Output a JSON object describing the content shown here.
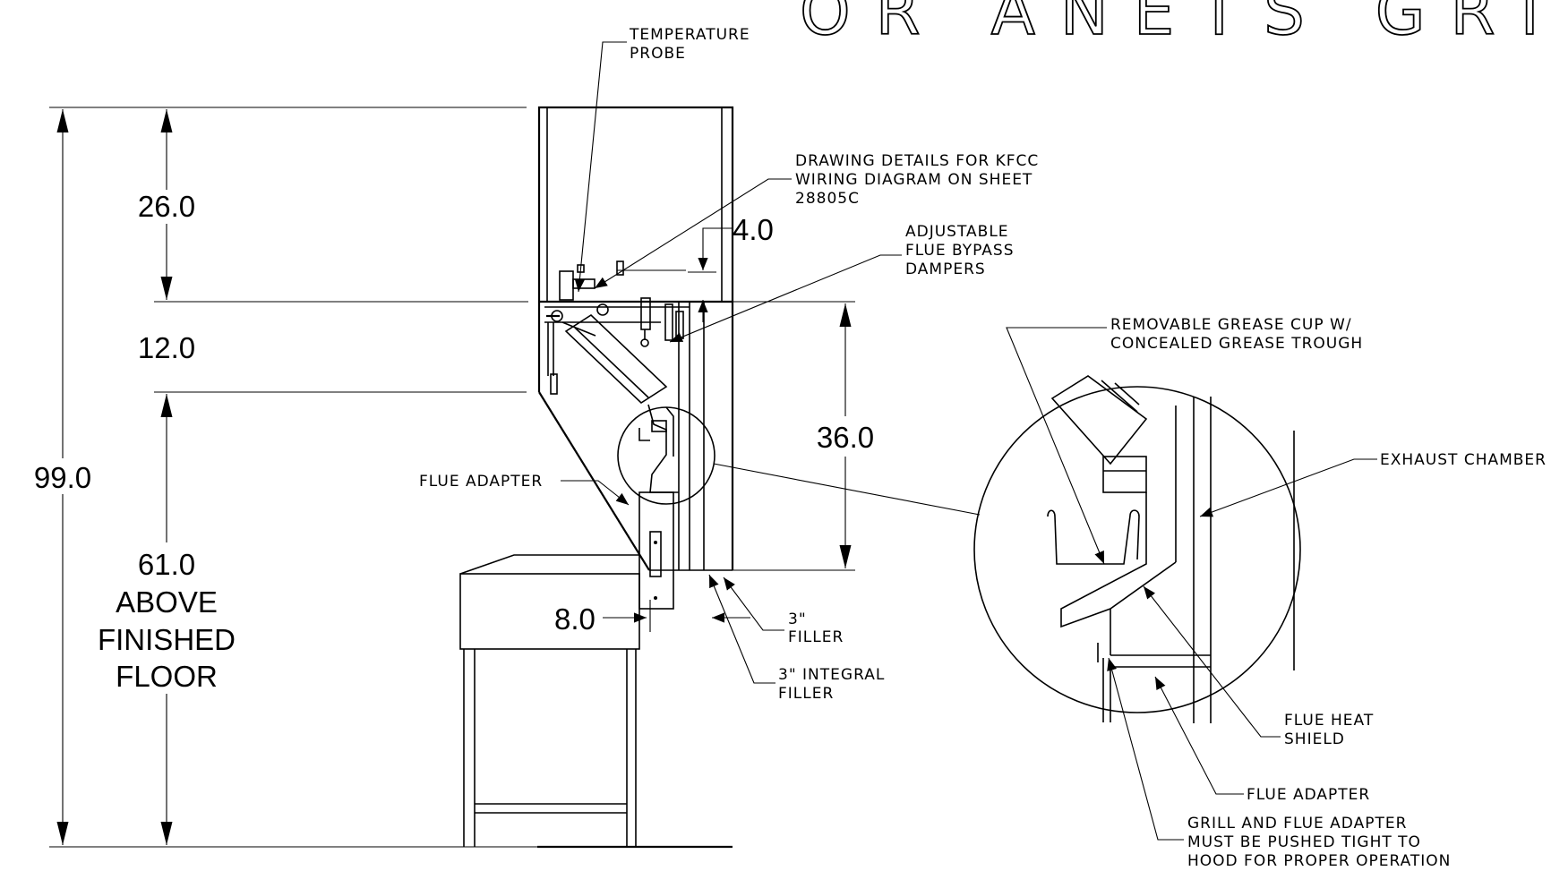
{
  "title_fragment": "OR ANETS GRILL",
  "dimensions": {
    "d26": "26.0",
    "d12": "12.0",
    "d99": "99.0",
    "d61": "61.0",
    "d61_line2": "ABOVE",
    "d61_line3": "FINISHED",
    "d61_line4": "FLOOR",
    "d4": "4.0",
    "d36": "36.0",
    "d8": "8.0"
  },
  "callouts": {
    "temperature_probe": [
      "TEMPERATURE",
      "PROBE"
    ],
    "drawing_details": [
      "DRAWING DETAILS FOR KFCC",
      "WIRING DIAGRAM ON SHEET",
      "28805C"
    ],
    "bypass_dampers": [
      "ADJUSTABLE",
      "FLUE BYPASS",
      "DAMPERS"
    ],
    "flue_adapter_left": "FLUE ADAPTER",
    "filler_3": [
      "3\"",
      "FILLER"
    ],
    "integral_filler": [
      "3\" INTEGRAL",
      "FILLER"
    ],
    "grease_cup": [
      "REMOVABLE GREASE CUP W/",
      "CONCEALED GREASE TROUGH"
    ],
    "exhaust_chamber": "EXHAUST CHAMBER",
    "flue_heat_shield": [
      "FLUE HEAT",
      "SHIELD"
    ],
    "flue_adapter_detail": "FLUE ADAPTER",
    "push_tight": [
      "GRILL AND FLUE ADAPTER",
      "MUST BE PUSHED TIGHT TO",
      "HOOD FOR PROPER OPERATION"
    ]
  }
}
